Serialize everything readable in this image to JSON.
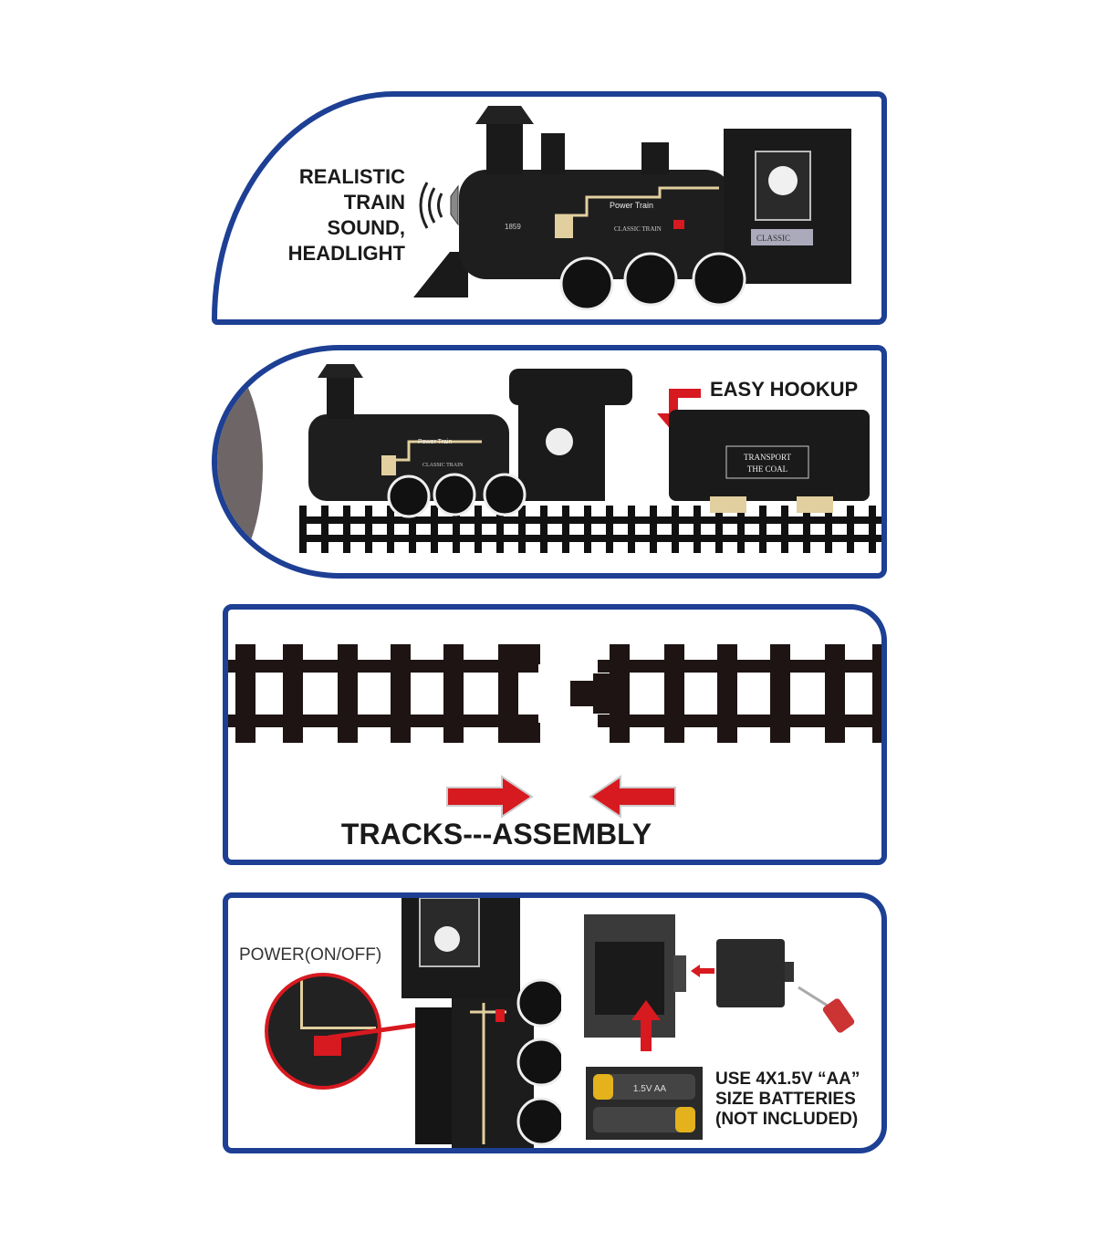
{
  "panel_sound": {
    "lines": [
      "REALISTIC",
      "TRAIN",
      "SOUND,",
      "HEADLIGHT"
    ],
    "loco_brand": "Power Train",
    "loco_subtitle": "CLASSIC TRAIN",
    "loco_number": "1859",
    "plate": "CLASSIC"
  },
  "panel_hookup": {
    "title": "EASY HOOKUP",
    "tender_text": [
      "TRANSPORT",
      "THE COAL"
    ],
    "loco_brand": "Power Train",
    "loco_subtitle": "CLASSIC TRAIN"
  },
  "panel_tracks": {
    "title": "TRACKS---ASSEMBLY"
  },
  "panel_power": {
    "power_label": "POWER(ON/OFF)",
    "battery_lines": [
      "USE 4X1.5V “AA”",
      "SIZE BATTERIES",
      "(NOT INCLUDED)"
    ],
    "battery_label": "1.5V AA"
  },
  "colors": {
    "border": "#1d3f94",
    "arrow": "#d71920",
    "track": "#1e1414",
    "gold": "#e2cf9f"
  }
}
